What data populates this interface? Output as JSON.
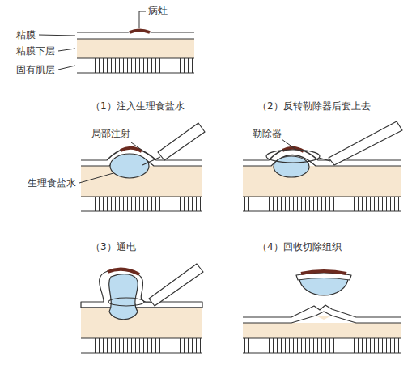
{
  "diagram": {
    "labels": [
      "病灶",
      "粘膜",
      "粘膜下层",
      "固有肌层",
      "（1）注入生理食盐水",
      "局部注射",
      "生理食盐水",
      "（2）反转勒除器后套上去",
      "勒除器",
      "（3）通电",
      "（4）回收切除组织"
    ]
  }
}
